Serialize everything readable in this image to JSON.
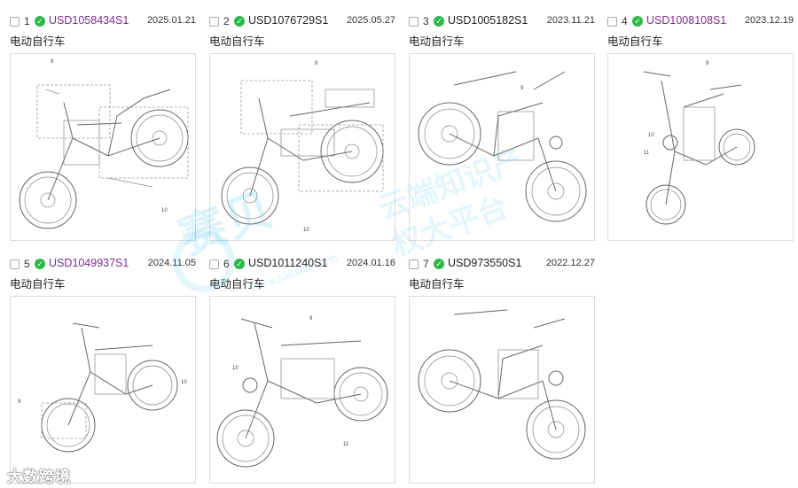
{
  "results": [
    {
      "index": "1",
      "id": "USD1058434S1",
      "date": "2025.01.21",
      "title": "电动自行车",
      "visited": true,
      "labels": [
        "9",
        "10"
      ]
    },
    {
      "index": "2",
      "id": "USD1076729S1",
      "date": "2025.05.27",
      "title": "电动自行车",
      "visited": false,
      "labels": [
        "9",
        "10"
      ]
    },
    {
      "index": "3",
      "id": "USD1005182S1",
      "date": "2023.11.21",
      "title": "电动自行车",
      "visited": false,
      "labels": [
        "9"
      ]
    },
    {
      "index": "4",
      "id": "USD1008108S1",
      "date": "2023.12.19",
      "title": "电动自行车",
      "visited": true,
      "labels": [
        "9",
        "10",
        "11"
      ]
    },
    {
      "index": "5",
      "id": "USD1049937S1",
      "date": "2024.11.05",
      "title": "电动自行车",
      "visited": true,
      "labels": [
        "9",
        "10"
      ]
    },
    {
      "index": "6",
      "id": "USD1011240S1",
      "date": "2024.01.16",
      "title": "电动自行车",
      "visited": false,
      "labels": [
        "9",
        "10",
        "11"
      ]
    },
    {
      "index": "7",
      "id": "USD973550S1",
      "date": "2022.12.27",
      "title": "电动自行车",
      "visited": false,
      "labels": []
    }
  ],
  "watermark": {
    "main": "赛贝",
    "sub": "云端知识产权大平台",
    "url": "www.saibeiip.com"
  },
  "footer_logo": "大数跨境",
  "icons": {
    "checkbox": "checkbox-icon",
    "status": "check-circle-icon"
  },
  "colors": {
    "visited_link": "#7b2d8e",
    "status_green": "#2db84b",
    "watermark": "#4fc3e8"
  }
}
